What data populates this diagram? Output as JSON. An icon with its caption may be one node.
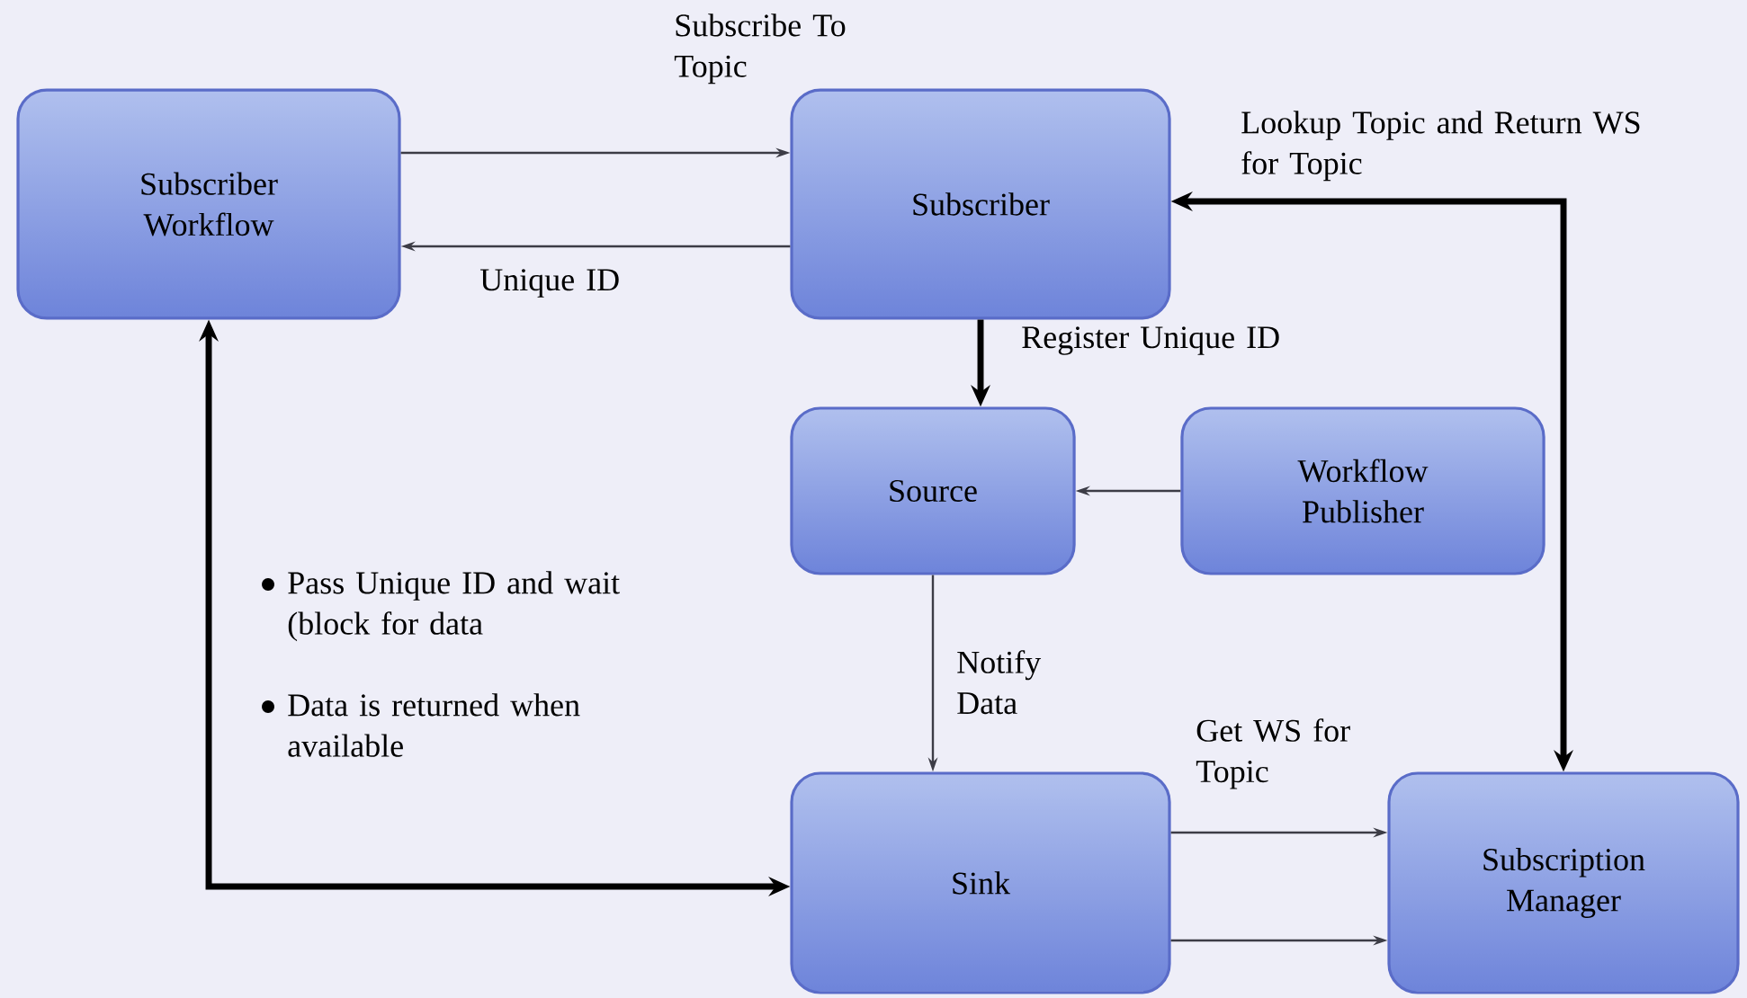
{
  "diagram": {
    "nodes": [
      {
        "text": [
          "Subscriber Workflow"
        ]
      },
      {
        "text": [
          "Subscriber"
        ]
      },
      {
        "text": [
          "Source"
        ]
      },
      {
        "text": [
          "Workflow Publisher"
        ]
      },
      {
        "text": [
          "Sink"
        ]
      },
      {
        "text": [
          "Subscription Manager"
        ]
      }
    ],
    "edges": [
      {
        "from": 0,
        "to": 1,
        "arrow": "to",
        "label": "Subscribe To Topic"
      },
      {
        "from": 1,
        "to": 0,
        "arrow": "to",
        "label": "Unique ID"
      },
      {
        "from": 1,
        "to": 2,
        "arrow": "to",
        "label": "Register Unique ID",
        "style": "thick"
      },
      {
        "from": 3,
        "to": 2,
        "arrow": "to"
      },
      {
        "from": 2,
        "to": 4,
        "arrow": "to",
        "label": "Notify Data"
      },
      {
        "from": 4,
        "to": 5,
        "arrow": "to",
        "label": "Get WS for Topic"
      },
      {
        "from": 4,
        "to": 5,
        "arrow": "to"
      },
      {
        "from": 0,
        "to": 4,
        "arrow": "both",
        "style": "thick"
      },
      {
        "from": 1,
        "to": 5,
        "arrow": "both",
        "label": "Lookup Topic and Return WS for Topic",
        "style": "thick"
      }
    ],
    "labels": [
      "Pass Unique ID and wait (block for data",
      "Data is returned when available"
    ]
  }
}
